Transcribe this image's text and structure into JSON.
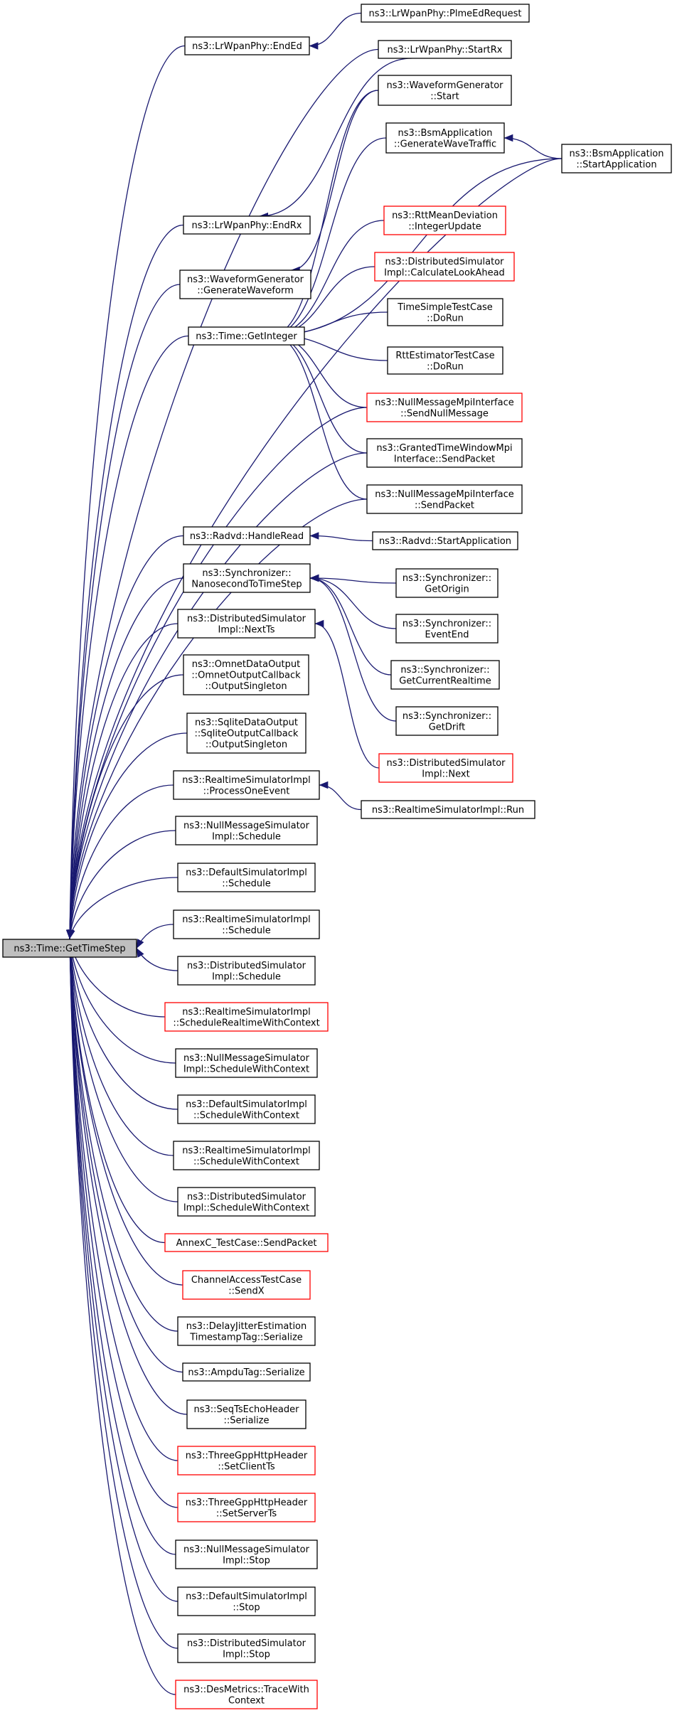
{
  "colors": {
    "edge": "#191970",
    "node_border": "#000000",
    "node_border_truncated": "#ff0000",
    "node_fill": "#ffffff",
    "root_fill": "#bfbfbf",
    "text": "#000000"
  },
  "graph": {
    "root": "gettimestep",
    "nodes": [
      {
        "id": "gettimestep",
        "lines": [
          "ns3::Time::GetTimeStep"
        ],
        "truncated": false
      },
      {
        "id": "endEd",
        "lines": [
          "ns3::LrWpanPhy::EndEd"
        ],
        "truncated": false
      },
      {
        "id": "plmeEdRequest",
        "lines": [
          "ns3::LrWpanPhy::PlmeEdRequest"
        ],
        "truncated": false
      },
      {
        "id": "startRx",
        "lines": [
          "ns3::LrWpanPhy::StartRx"
        ],
        "truncated": false
      },
      {
        "id": "wgStart",
        "lines": [
          "ns3::WaveformGenerator",
          "::Start"
        ],
        "truncated": false
      },
      {
        "id": "genWave",
        "lines": [
          "ns3::BsmApplication",
          "::GenerateWaveTraffic"
        ],
        "truncated": false
      },
      {
        "id": "bsmStartApp",
        "lines": [
          "ns3::BsmApplication",
          "::StartApplication"
        ],
        "truncated": false
      },
      {
        "id": "endRx",
        "lines": [
          "ns3::LrWpanPhy::EndRx"
        ],
        "truncated": false
      },
      {
        "id": "rttIntUpdate",
        "lines": [
          "ns3::RttMeanDeviation",
          "::IntegerUpdate"
        ],
        "truncated": true
      },
      {
        "id": "calcLook",
        "lines": [
          "ns3::DistributedSimulator",
          "Impl::CalculateLookAhead"
        ],
        "truncated": true
      },
      {
        "id": "genWaveform",
        "lines": [
          "ns3::WaveformGenerator",
          "::GenerateWaveform"
        ],
        "truncated": false
      },
      {
        "id": "timeSimple",
        "lines": [
          "TimeSimpleTestCase",
          "::DoRun"
        ],
        "truncated": false
      },
      {
        "id": "getInteger",
        "lines": [
          "ns3::Time::GetInteger"
        ],
        "truncated": false
      },
      {
        "id": "rttEst",
        "lines": [
          "RttEstimatorTestCase",
          "::DoRun"
        ],
        "truncated": false
      },
      {
        "id": "sendNull",
        "lines": [
          "ns3::NullMessageMpiInterface",
          "::SendNullMessage"
        ],
        "truncated": true
      },
      {
        "id": "grantedSend",
        "lines": [
          "ns3::GrantedTimeWindowMpi",
          "Interface::SendPacket"
        ],
        "truncated": false
      },
      {
        "id": "nullMpiSend",
        "lines": [
          "ns3::NullMessageMpiInterface",
          "::SendPacket"
        ],
        "truncated": false
      },
      {
        "id": "radvdHandle",
        "lines": [
          "ns3::Radvd::HandleRead"
        ],
        "truncated": false
      },
      {
        "id": "radvdStart",
        "lines": [
          "ns3::Radvd::StartApplication"
        ],
        "truncated": false
      },
      {
        "id": "nanoToTs",
        "lines": [
          "ns3::Synchronizer::",
          "NanosecondToTimeStep"
        ],
        "truncated": false
      },
      {
        "id": "syncOrigin",
        "lines": [
          "ns3::Synchronizer::",
          "GetOrigin"
        ],
        "truncated": false
      },
      {
        "id": "distNextTs",
        "lines": [
          "ns3::DistributedSimulator",
          "Impl::NextTs"
        ],
        "truncated": false
      },
      {
        "id": "syncEventEnd",
        "lines": [
          "ns3::Synchronizer::",
          "EventEnd"
        ],
        "truncated": false
      },
      {
        "id": "omnet",
        "lines": [
          "ns3::OmnetDataOutput",
          "::OmnetOutputCallback",
          "::OutputSingleton"
        ],
        "truncated": false
      },
      {
        "id": "syncCurrent",
        "lines": [
          "ns3::Synchronizer::",
          "GetCurrentRealtime"
        ],
        "truncated": false
      },
      {
        "id": "syncDrift",
        "lines": [
          "ns3::Synchronizer::",
          "GetDrift"
        ],
        "truncated": false
      },
      {
        "id": "sqlite",
        "lines": [
          "ns3::SqliteDataOutput",
          "::SqliteOutputCallback",
          "::OutputSingleton"
        ],
        "truncated": false
      },
      {
        "id": "distNext",
        "lines": [
          "ns3::DistributedSimulator",
          "Impl::Next"
        ],
        "truncated": true
      },
      {
        "id": "rtProcess",
        "lines": [
          "ns3::RealtimeSimulatorImpl",
          "::ProcessOneEvent"
        ],
        "truncated": false
      },
      {
        "id": "rtRun",
        "lines": [
          "ns3::RealtimeSimulatorImpl::Run"
        ],
        "truncated": false
      },
      {
        "id": "nullSched",
        "lines": [
          "ns3::NullMessageSimulator",
          "Impl::Schedule"
        ],
        "truncated": false
      },
      {
        "id": "defSched",
        "lines": [
          "ns3::DefaultSimulatorImpl",
          "::Schedule"
        ],
        "truncated": false
      },
      {
        "id": "rtSched",
        "lines": [
          "ns3::RealtimeSimulatorImpl",
          "::Schedule"
        ],
        "truncated": false
      },
      {
        "id": "distSched",
        "lines": [
          "ns3::DistributedSimulator",
          "Impl::Schedule"
        ],
        "truncated": false
      },
      {
        "id": "rtSchedRtCtx",
        "lines": [
          "ns3::RealtimeSimulatorImpl",
          "::ScheduleRealtimeWithContext"
        ],
        "truncated": true
      },
      {
        "id": "nullSchedCtx",
        "lines": [
          "ns3::NullMessageSimulator",
          "Impl::ScheduleWithContext"
        ],
        "truncated": false
      },
      {
        "id": "defSchedCtx",
        "lines": [
          "ns3::DefaultSimulatorImpl",
          "::ScheduleWithContext"
        ],
        "truncated": false
      },
      {
        "id": "rtSchedCtx",
        "lines": [
          "ns3::RealtimeSimulatorImpl",
          "::ScheduleWithContext"
        ],
        "truncated": false
      },
      {
        "id": "distSchedCtx",
        "lines": [
          "ns3::DistributedSimulator",
          "Impl::ScheduleWithContext"
        ],
        "truncated": false
      },
      {
        "id": "annexC",
        "lines": [
          "AnnexC_TestCase::SendPacket"
        ],
        "truncated": true
      },
      {
        "id": "chanAccess",
        "lines": [
          "ChannelAccessTestCase",
          "::SendX"
        ],
        "truncated": true
      },
      {
        "id": "delayJitter",
        "lines": [
          "ns3::DelayJitterEstimation",
          "TimestampTag::Serialize"
        ],
        "truncated": false
      },
      {
        "id": "ampdu",
        "lines": [
          "ns3::AmpduTag::Serialize"
        ],
        "truncated": false
      },
      {
        "id": "seqTs",
        "lines": [
          "ns3::SeqTsEchoHeader",
          "::Serialize"
        ],
        "truncated": false
      },
      {
        "id": "httpClient",
        "lines": [
          "ns3::ThreeGppHttpHeader",
          "::SetClientTs"
        ],
        "truncated": true
      },
      {
        "id": "httpServer",
        "lines": [
          "ns3::ThreeGppHttpHeader",
          "::SetServerTs"
        ],
        "truncated": true
      },
      {
        "id": "nullStop",
        "lines": [
          "ns3::NullMessageSimulator",
          "Impl::Stop"
        ],
        "truncated": false
      },
      {
        "id": "defStop",
        "lines": [
          "ns3::DefaultSimulatorImpl",
          "::Stop"
        ],
        "truncated": false
      },
      {
        "id": "distStop",
        "lines": [
          "ns3::DistributedSimulator",
          "Impl::Stop"
        ],
        "truncated": false
      },
      {
        "id": "desMetrics",
        "lines": [
          "ns3::DesMetrics::TraceWith",
          "Context"
        ],
        "truncated": true
      }
    ],
    "edges": [
      {
        "from": "endEd",
        "to": "gettimestep"
      },
      {
        "from": "startRx",
        "to": "gettimestep"
      },
      {
        "from": "bsmStartApp",
        "to": "gettimestep"
      },
      {
        "from": "endRx",
        "to": "gettimestep"
      },
      {
        "from": "genWaveform",
        "to": "gettimestep"
      },
      {
        "from": "getInteger",
        "to": "gettimestep"
      },
      {
        "from": "sendNull",
        "to": "gettimestep"
      },
      {
        "from": "grantedSend",
        "to": "gettimestep"
      },
      {
        "from": "nullMpiSend",
        "to": "gettimestep"
      },
      {
        "from": "radvdHandle",
        "to": "gettimestep"
      },
      {
        "from": "nanoToTs",
        "to": "gettimestep"
      },
      {
        "from": "distNextTs",
        "to": "gettimestep"
      },
      {
        "from": "omnet",
        "to": "gettimestep"
      },
      {
        "from": "sqlite",
        "to": "gettimestep"
      },
      {
        "from": "rtProcess",
        "to": "gettimestep"
      },
      {
        "from": "nullSched",
        "to": "gettimestep"
      },
      {
        "from": "defSched",
        "to": "gettimestep"
      },
      {
        "from": "rtSched",
        "to": "gettimestep"
      },
      {
        "from": "distSched",
        "to": "gettimestep"
      },
      {
        "from": "rtSchedRtCtx",
        "to": "gettimestep"
      },
      {
        "from": "nullSchedCtx",
        "to": "gettimestep"
      },
      {
        "from": "defSchedCtx",
        "to": "gettimestep"
      },
      {
        "from": "rtSchedCtx",
        "to": "gettimestep"
      },
      {
        "from": "distSchedCtx",
        "to": "gettimestep"
      },
      {
        "from": "annexC",
        "to": "gettimestep"
      },
      {
        "from": "chanAccess",
        "to": "gettimestep"
      },
      {
        "from": "delayJitter",
        "to": "gettimestep"
      },
      {
        "from": "ampdu",
        "to": "gettimestep"
      },
      {
        "from": "seqTs",
        "to": "gettimestep"
      },
      {
        "from": "httpClient",
        "to": "gettimestep"
      },
      {
        "from": "httpServer",
        "to": "gettimestep"
      },
      {
        "from": "nullStop",
        "to": "gettimestep"
      },
      {
        "from": "defStop",
        "to": "gettimestep"
      },
      {
        "from": "distStop",
        "to": "gettimestep"
      },
      {
        "from": "desMetrics",
        "to": "gettimestep"
      },
      {
        "from": "plmeEdRequest",
        "to": "endEd"
      },
      {
        "from": "startRx",
        "to": "endRx"
      },
      {
        "from": "bsmStartApp",
        "to": "genWave"
      },
      {
        "from": "wgStart",
        "to": "genWaveform"
      },
      {
        "from": "wgStart",
        "to": "getInteger"
      },
      {
        "from": "genWave",
        "to": "getInteger"
      },
      {
        "from": "bsmStartApp",
        "to": "getInteger"
      },
      {
        "from": "rttIntUpdate",
        "to": "getInteger"
      },
      {
        "from": "calcLook",
        "to": "getInteger"
      },
      {
        "from": "timeSimple",
        "to": "getInteger"
      },
      {
        "from": "rttEst",
        "to": "getInteger"
      },
      {
        "from": "sendNull",
        "to": "getInteger"
      },
      {
        "from": "grantedSend",
        "to": "getInteger"
      },
      {
        "from": "nullMpiSend",
        "to": "getInteger"
      },
      {
        "from": "radvdStart",
        "to": "radvdHandle"
      },
      {
        "from": "syncOrigin",
        "to": "nanoToTs"
      },
      {
        "from": "syncEventEnd",
        "to": "nanoToTs"
      },
      {
        "from": "syncCurrent",
        "to": "nanoToTs"
      },
      {
        "from": "syncDrift",
        "to": "nanoToTs"
      },
      {
        "from": "distNext",
        "to": "distNextTs"
      },
      {
        "from": "rtRun",
        "to": "rtProcess"
      }
    ]
  }
}
